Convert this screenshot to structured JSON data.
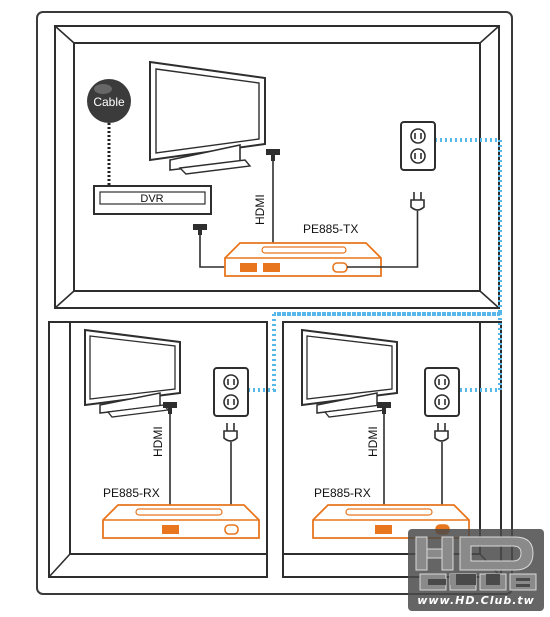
{
  "labels": {
    "cable": "Cable",
    "dvr": "DVR",
    "hdmi_top": "HDMI",
    "transmitter": "PE885-TX",
    "hdmi_left": "HDMI",
    "hdmi_right": "HDMI",
    "receiver_left": "PE885-RX",
    "receiver_right": "PE885-RX"
  },
  "watermark": {
    "logo_text": "HD CLUB",
    "site": "www.HD.Club.tw"
  },
  "colors": {
    "device_orange": "#e8761e",
    "powerline_dots": "#57b7e8",
    "cable_dots": "#222222"
  }
}
